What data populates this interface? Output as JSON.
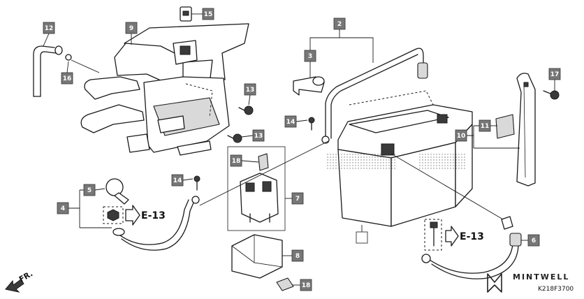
{
  "callouts": [
    "2",
    "3",
    "4",
    "5",
    "6",
    "7",
    "8",
    "9",
    "10",
    "11",
    "12",
    "13",
    "13",
    "14",
    "14",
    "15",
    "16",
    "17",
    "18",
    "18"
  ],
  "references": [
    "E-13",
    "E-13"
  ],
  "direction_label": "FR.",
  "diagram_code": "K218F3700",
  "brand": "MINTWELL",
  "colors": {
    "label_fill": "#777777",
    "line": "#1a1a1a",
    "shade": "#d9d9d9"
  }
}
